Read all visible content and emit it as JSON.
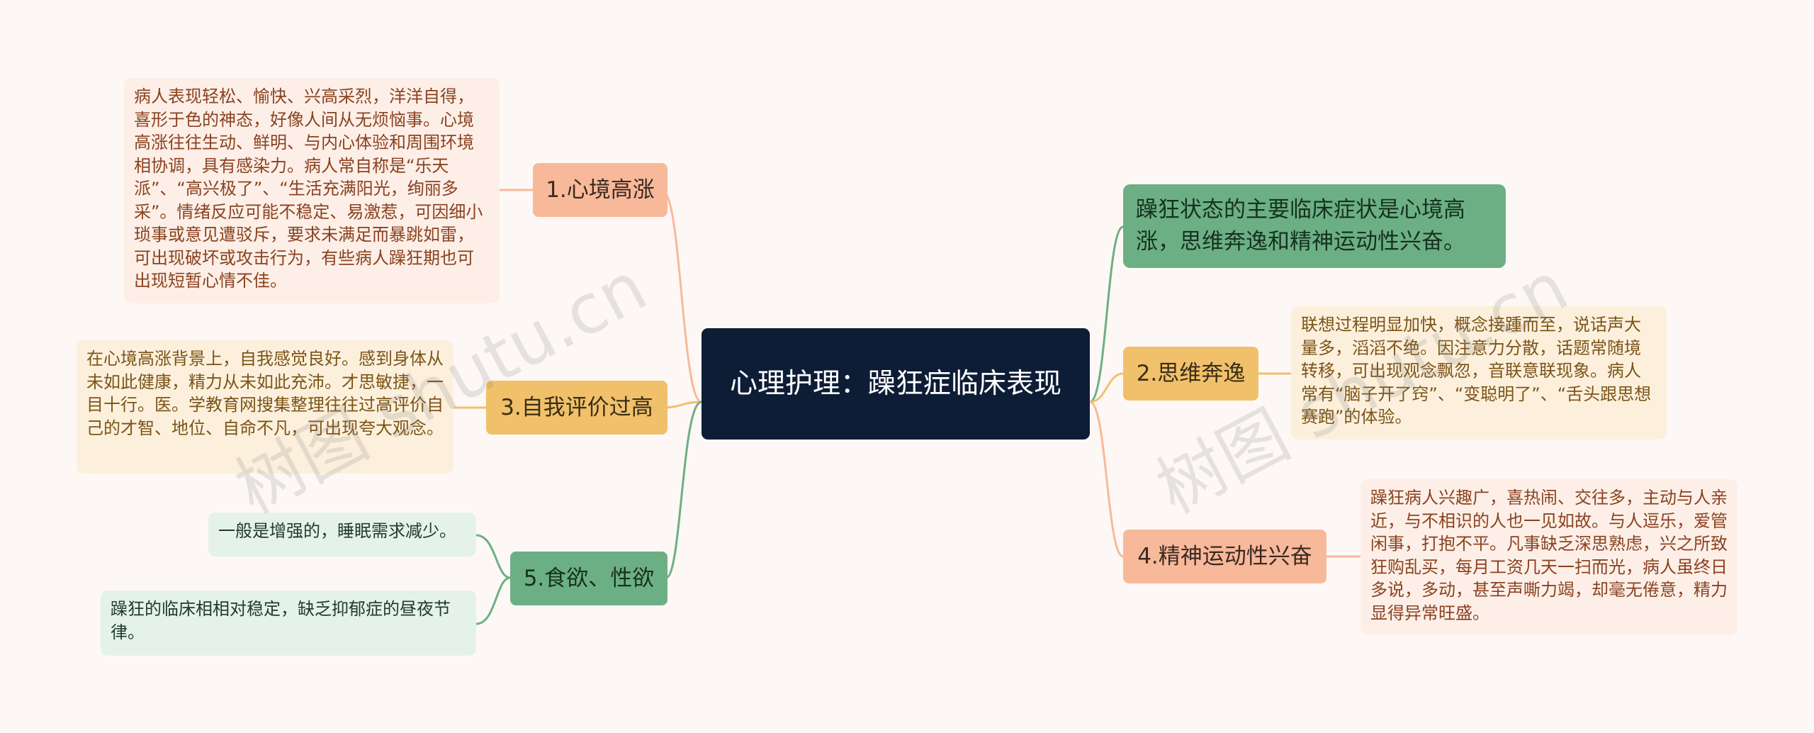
{
  "root": {
    "title": "心理护理：躁狂症临床表现"
  },
  "summary": {
    "text": "躁狂状态的主要临床症状是心境高涨，思维奔逸和精神运动性兴奋。"
  },
  "branches": {
    "b1": {
      "label": "1.心境高涨",
      "detail": "病人表现轻松、愉快、兴高采烈，洋洋自得，喜形于色的神态，好像人间从无烦恼事。心境高涨往往生动、鲜明、与内心体验和周围环境相协调，具有感染力。病人常自称是“乐天派”、“高兴极了”、“生活充满阳光，绚丽多采”。情绪反应可能不稳定、易激惹，可因细小琐事或意见遭驳斥，要求未满足而暴跳如雷，可出现破坏或攻击行为，有些病人躁狂期也可出现短暂心情不佳。"
    },
    "b2": {
      "label": "2.思维奔逸",
      "detail": "联想过程明显加快，概念接踵而至，说话声大量多，滔滔不绝。因注意力分散，话题常随境转移，可出现观念飘忽，音联意联现象。病人常有“脑子开了窍”、“变聪明了”、“舌头跟思想赛跑”的体验。"
    },
    "b3": {
      "label": "3.自我评价过高",
      "detail": "在心境高涨背景上，自我感觉良好。感到身体从未如此健康，精力从未如此充沛。才思敏捷，一目十行。医。学教育网搜集整理往往过高评价自己的才智、地位、自命不凡，可出现夸大观念。"
    },
    "b4": {
      "label": "4.精神运动性兴奋",
      "detail": "躁狂病人兴趣广，喜热闹、交往多，主动与人亲近，与不相识的人也一见如故。与人逗乐，爱管闲事，打抱不平。凡事缺乏深思熟虑，兴之所致狂购乱买，每月工资几天一扫而光，病人虽终日多说，多动，甚至声嘶力竭，却毫无倦意，精力显得异常旺盛。"
    },
    "b5": {
      "label": "5.食欲、性欲",
      "detail1": "一般是增强的，睡眠需求减少。",
      "detail2": "躁狂的临床相相对稳定，缺乏抑郁症的昼夜节律。"
    }
  },
  "watermarks": [
    "树图 shutu.cn",
    "树图 shutu.cn"
  ],
  "colors": {
    "root_bg": "#0e1d36",
    "salmon": "#f8b99a",
    "yellow": "#f1c06a",
    "green": "#6daf84"
  }
}
